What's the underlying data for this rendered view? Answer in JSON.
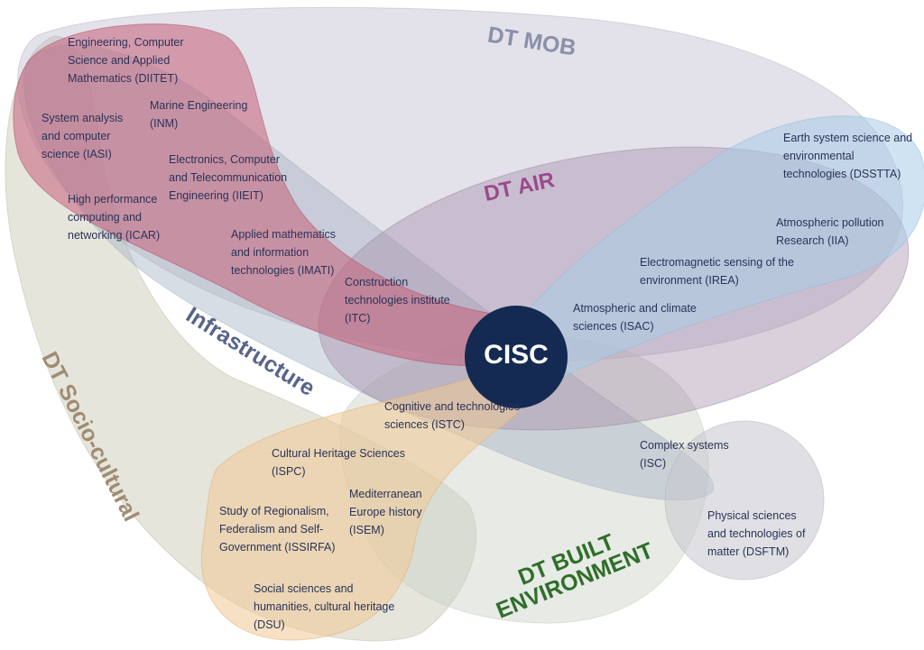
{
  "center": {
    "label": "CISC",
    "color": "#142a52"
  },
  "groups": {
    "dt_mob": {
      "label": "DT MOB",
      "color": "#8a90a8"
    },
    "dt_air": {
      "label": "DT AIR",
      "color": "#9a4a8c"
    },
    "infrastructure": {
      "label": "Infrastructure",
      "color": "#58648a"
    },
    "dt_socio_cultural": {
      "label": "DT Socio-cultural",
      "color": "#a08c72"
    },
    "dt_built_environment": {
      "label": "DT BUILT\nENVIRONMENT",
      "color": "#2f6e2a"
    }
  },
  "regions": {
    "mob": {
      "color": "#b9b3c8"
    },
    "socio": {
      "color": "#c5c6b2"
    },
    "built": {
      "color": "#c9d0c6"
    },
    "infra": {
      "color": "#a7b3c4"
    },
    "engineering": {
      "color": "#c7607a"
    },
    "air": {
      "color": "#a28aa8"
    },
    "earth": {
      "color": "#a9cce8"
    },
    "heritage": {
      "color": "#f0c994"
    },
    "physical": {
      "color": "#c7c7ce"
    }
  },
  "institutes": {
    "diitet": "Engineering, Computer\nScience and Applied\nMathematics (DIITET)",
    "inm": "Marine Engineering\n(INM)",
    "iasi": "System analysis\nand computer\nscience (IASI)",
    "iieit": "Electronics, Computer\nand Telecommunication\nEngineering (IIEIT)",
    "icar": "High performance\ncomputing and\nnetworking (ICAR)",
    "imati": "Applied mathematics\nand information\ntechnologies (IMATI)",
    "itc": "Construction\ntechnologies institute\n(ITC)",
    "dsstta": "Earth system science and\nenvironmental\ntechnologies (DSSTTA)",
    "iia": "Atmospheric pollution\nResearch (IIA)",
    "irea": "Electromagnetic sensing of the\nenvironment (IREA)",
    "isac": "Atmospheric and climate\nsciences (ISAC)",
    "istc": "Cognitive and technologies\nsciences (ISTC)",
    "ispc": "Cultural Heritage Sciences\n(ISPC)",
    "isc": "Complex systems\n(ISC)",
    "issirfa": "Study of Regionalism,\nFederalism and Self-\nGovernment (ISSIRFA)",
    "isem": "Mediterranean\nEurope history\n(ISEM)",
    "dsftm": "Physical sciences\nand technologies of\nmatter (DSFTM)",
    "dsu": "Social sciences and\nhumanities, cultural heritage\n(DSU)"
  }
}
